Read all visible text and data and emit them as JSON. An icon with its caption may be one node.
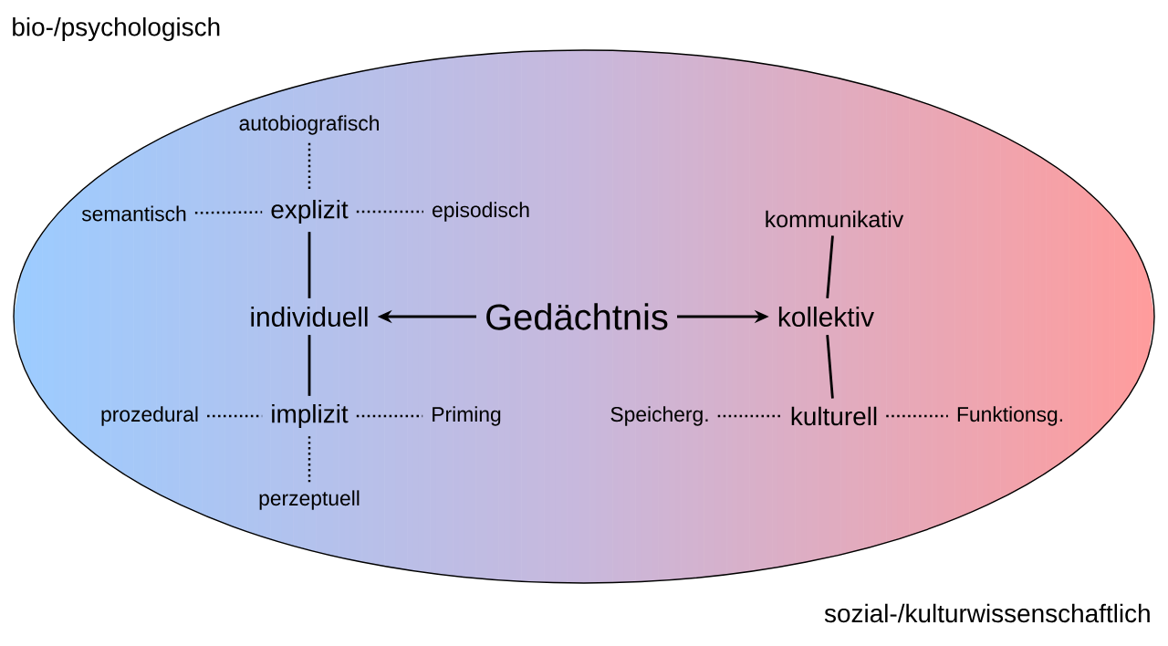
{
  "diagram": {
    "nodes": [
      {
        "text": [],
        "shape": "ellipse"
      },
      {
        "text": [
          "Gedächtnis"
        ],
        "in": 0
      },
      {
        "text": [
          "individuell"
        ],
        "in": 0
      },
      {
        "text": [
          "kollektiv"
        ],
        "in": 0
      },
      {
        "text": [
          "explizit"
        ],
        "in": 0
      },
      {
        "text": [
          "autobiografisch"
        ],
        "in": 0
      },
      {
        "text": [
          "semantisch"
        ],
        "in": 0
      },
      {
        "text": [
          "episodisch"
        ],
        "in": 0
      },
      {
        "text": [
          "implizit"
        ],
        "in": 0
      },
      {
        "text": [
          "prozedural"
        ],
        "in": 0
      },
      {
        "text": [
          "Priming"
        ],
        "in": 0
      },
      {
        "text": [
          "perzeptuell"
        ],
        "in": 0
      },
      {
        "text": [
          "kommunikativ"
        ],
        "in": 0
      },
      {
        "text": [
          "kulturell"
        ],
        "in": 0
      },
      {
        "text": [
          "Speicherg."
        ],
        "in": 0
      },
      {
        "text": [
          "Funktionsg."
        ],
        "in": 0
      }
    ],
    "edges": [
      {
        "from": 1,
        "to": 2,
        "arrow": "to"
      },
      {
        "from": 1,
        "to": 3,
        "arrow": "to"
      },
      {
        "from": 4,
        "to": 2,
        "arrow": "none"
      },
      {
        "from": 2,
        "to": 8,
        "arrow": "none"
      },
      {
        "from": 5,
        "to": 4,
        "arrow": "none",
        "style": "dashed"
      },
      {
        "from": 6,
        "to": 4,
        "arrow": "none",
        "style": "dashed"
      },
      {
        "from": 4,
        "to": 7,
        "arrow": "none",
        "style": "dashed"
      },
      {
        "from": 9,
        "to": 8,
        "arrow": "none",
        "style": "dashed"
      },
      {
        "from": 8,
        "to": 10,
        "arrow": "none",
        "style": "dashed"
      },
      {
        "from": 8,
        "to": 11,
        "arrow": "none",
        "style": "dashed"
      },
      {
        "from": 12,
        "to": 3,
        "arrow": "none"
      },
      {
        "from": 3,
        "to": 13,
        "arrow": "none"
      },
      {
        "from": 14,
        "to": 13,
        "arrow": "none",
        "style": "dashed"
      },
      {
        "from": 13,
        "to": 15,
        "arrow": "none",
        "style": "dashed"
      }
    ],
    "labels": [
      "bio-/psychologisch",
      "sozial-/kulturwissenschaftlich"
    ]
  }
}
